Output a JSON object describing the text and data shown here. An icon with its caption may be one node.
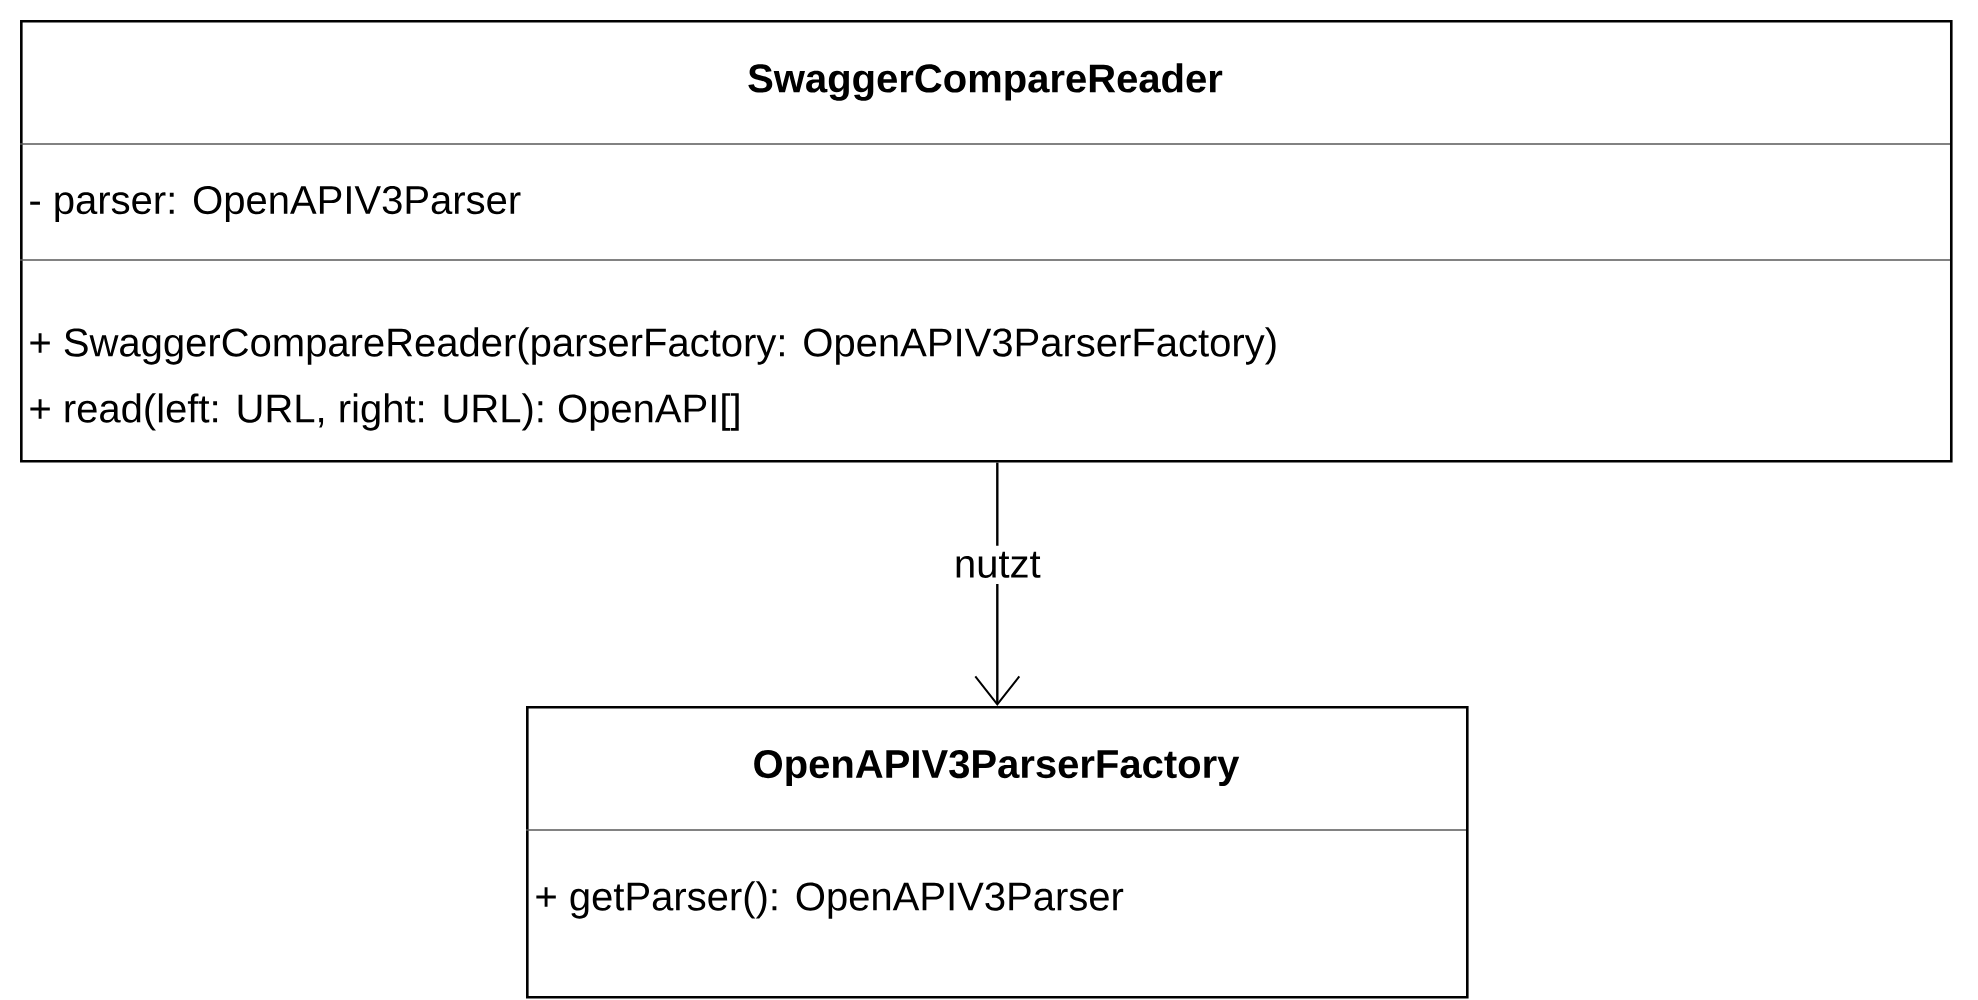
{
  "diagram": {
    "nodes": [
      {
        "text": [
          "SwaggerCompareReader",
          "- parser: OpenAPIV3Parser",
          "+ SwaggerCompareReader(parserFactory: OpenAPIV3ParserFactory)",
          "+ read(left: URL, right: URL): OpenAPI[]"
        ]
      },
      {
        "text": [
          "OpenAPIV3ParserFactory",
          "+ getParser(): OpenAPIV3Parser"
        ]
      }
    ],
    "edges": [
      {
        "from": 0,
        "to": 1,
        "arrow": "to",
        "label": "nutzt"
      }
    ]
  }
}
